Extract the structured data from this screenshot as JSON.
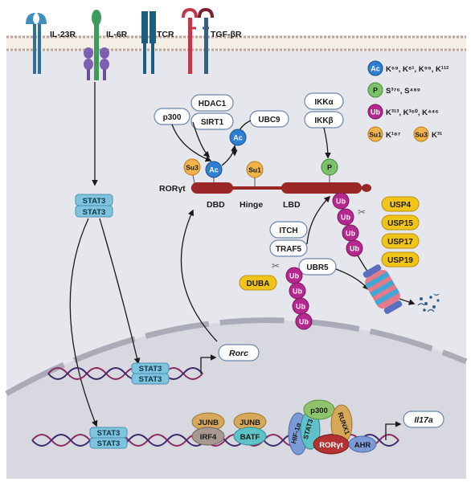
{
  "receptors": [
    "IL-23R",
    "IL-6R",
    "TCR",
    "TGF-βR"
  ],
  "legend": {
    "ac": {
      "badge": "Ac",
      "text": "K⁶⁹, K⁸¹, K⁹⁹, K¹¹²"
    },
    "p": {
      "badge": "P",
      "text": "S³⁷⁶, S⁴⁸⁹"
    },
    "ub": {
      "badge": "Ub",
      "text": "K³¹³, K³⁶⁰, K⁴⁴⁶"
    },
    "su1": {
      "badge": "Su1",
      "text": "K¹⁸⁷"
    },
    "su3": {
      "badge": "Su3",
      "text": "K³¹"
    }
  },
  "enzymes": {
    "hdac1": "HDAC1",
    "sirt1": "SIRT1",
    "p300": "p300",
    "ubc9": "UBC9",
    "ikka": "IKKα",
    "ikkb": "IKKβ",
    "itch": "ITCH",
    "traf5": "TRAF5",
    "ubr5": "UBR5",
    "duba": "DUBA"
  },
  "usps": [
    "USP4",
    "USP15",
    "USP17",
    "USP19"
  ],
  "protein": {
    "name": "RORγt",
    "domains": [
      "DBD",
      "Hinge",
      "LBD"
    ]
  },
  "mods": {
    "ac": "Ac",
    "su1": "Su1",
    "su3": "Su3",
    "p": "P",
    "ub": "Ub"
  },
  "stat3": {
    "line1": "STAT3",
    "line2": "STAT3"
  },
  "genes": {
    "rorc": "Rorc",
    "il17a": "Il17a"
  },
  "complex": {
    "junb1": "JUNB",
    "irf4": "IRF4",
    "junb2": "JUNB",
    "batf": "BATF",
    "hif1a": "HIF-1α",
    "stat3": "STAT3",
    "p300": "p300",
    "runx1": "RUNX1",
    "rorgt": "RORγt",
    "ahr": "AHR"
  }
}
